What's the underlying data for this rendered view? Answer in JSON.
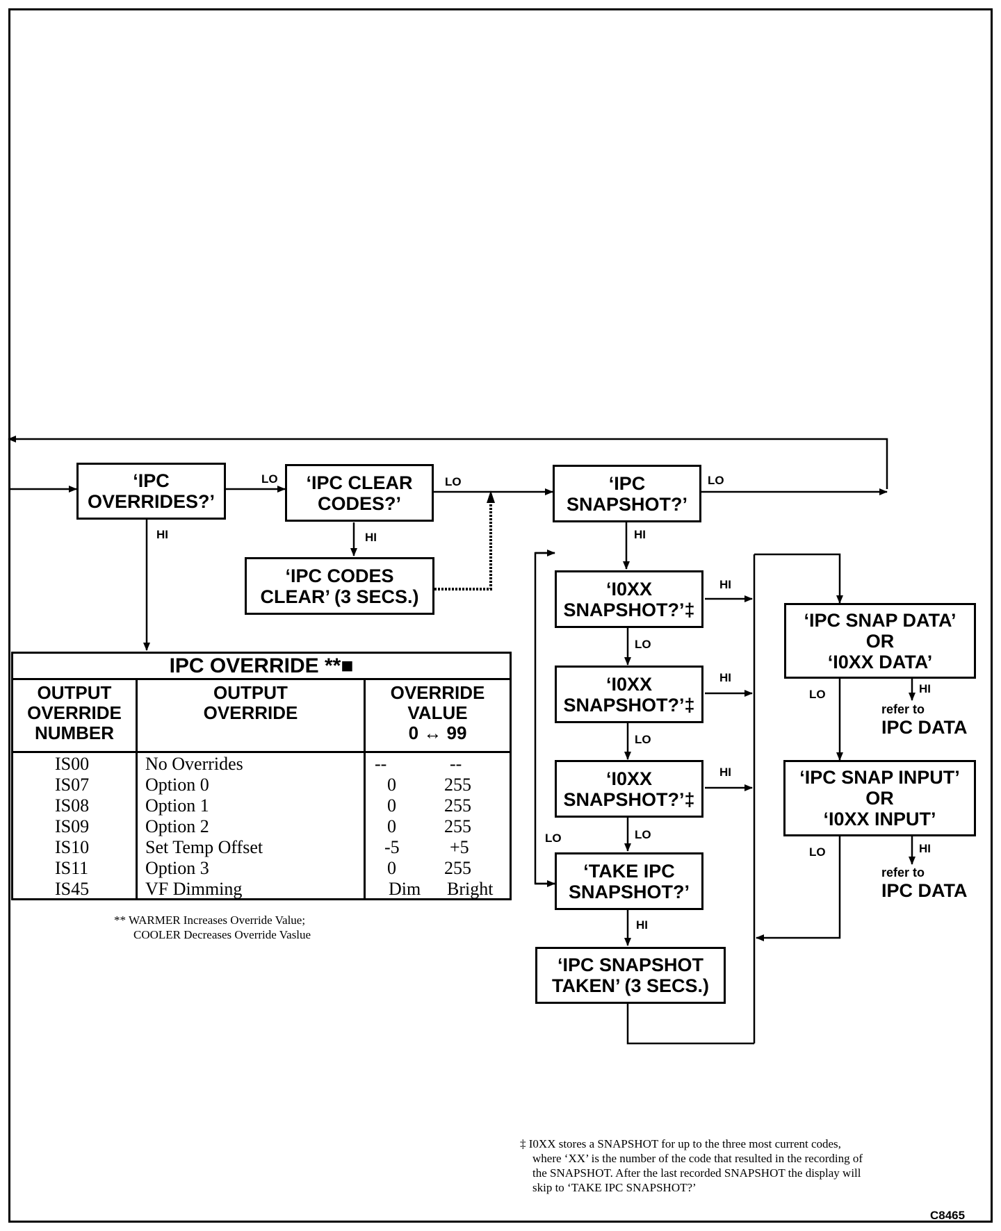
{
  "boxes": {
    "ipc_overrides": [
      "‘IPC",
      "OVERRIDES?’"
    ],
    "ipc_clear_codes": [
      "‘IPC CLEAR",
      "CODES?’"
    ],
    "ipc_codes_clear": [
      "‘IPC CODES",
      "CLEAR’ (3 SECS.)"
    ],
    "ipc_snapshot": [
      "‘IPC",
      "SNAPSHOT?’"
    ],
    "i0xx_snapshot_1": [
      "‘I0XX",
      "SNAPSHOT?’‡"
    ],
    "i0xx_snapshot_2": [
      "‘I0XX",
      "SNAPSHOT?’‡"
    ],
    "i0xx_snapshot_3": [
      "‘I0XX",
      "SNAPSHOT?’‡"
    ],
    "take_ipc_snapshot": [
      "‘TAKE IPC",
      "SNAPSHOT?’"
    ],
    "ipc_snapshot_taken": [
      "‘IPC SNAPSHOT",
      "TAKEN’ (3 SECS.)"
    ],
    "ipc_snap_data": [
      "‘IPC SNAP DATA’",
      "OR",
      "‘I0XX DATA’"
    ],
    "ipc_snap_input": [
      "‘IPC SNAP INPUT’",
      "OR",
      "‘I0XX INPUT’"
    ]
  },
  "labels": {
    "lo": "LO",
    "hi": "HI",
    "refer_to": "refer to",
    "ipc_data": "IPC DATA"
  },
  "table": {
    "title": "IPC OVERRIDE **■",
    "headers": {
      "number": [
        "OUTPUT",
        "OVERRIDE",
        "NUMBER"
      ],
      "override": [
        "OUTPUT",
        "OVERRIDE"
      ],
      "value": [
        "OVERRIDE",
        "VALUE",
        "0 ↔ 99"
      ]
    },
    "rows": [
      {
        "code": "IS00",
        "name": "No Overrides",
        "min": "--",
        "max": "--"
      },
      {
        "code": "IS07",
        "name": "Option 0",
        "min": "0",
        "max": "255"
      },
      {
        "code": "IS08",
        "name": "Option 1",
        "min": "0",
        "max": "255"
      },
      {
        "code": "IS09",
        "name": "Option 2",
        "min": "0",
        "max": "255"
      },
      {
        "code": "IS10",
        "name": "Set Temp Offset",
        "min": "-5",
        "max": "+5"
      },
      {
        "code": "IS11",
        "name": "Option 3",
        "min": "0",
        "max": "255"
      },
      {
        "code": "IS45",
        "name": "VF Dimming",
        "min": "Dim",
        "max": "Bright"
      }
    ]
  },
  "notes": {
    "override_note_line1": "** WARMER Increases Override Value;",
    "override_note_line2": "COOLER Decreases Override Vaslue",
    "snapshot_note_line1": "‡ I0XX stores a SNAPSHOT for up to the three most current codes,",
    "snapshot_note_line2": "where ‘XX’ is the number of the code that resulted in the recording of",
    "snapshot_note_line3": "the SNAPSHOT. After the last recorded SNAPSHOT the display will",
    "snapshot_note_line4": "skip to ‘TAKE IPC SNAPSHOT?’",
    "figure_code": "C8465"
  }
}
